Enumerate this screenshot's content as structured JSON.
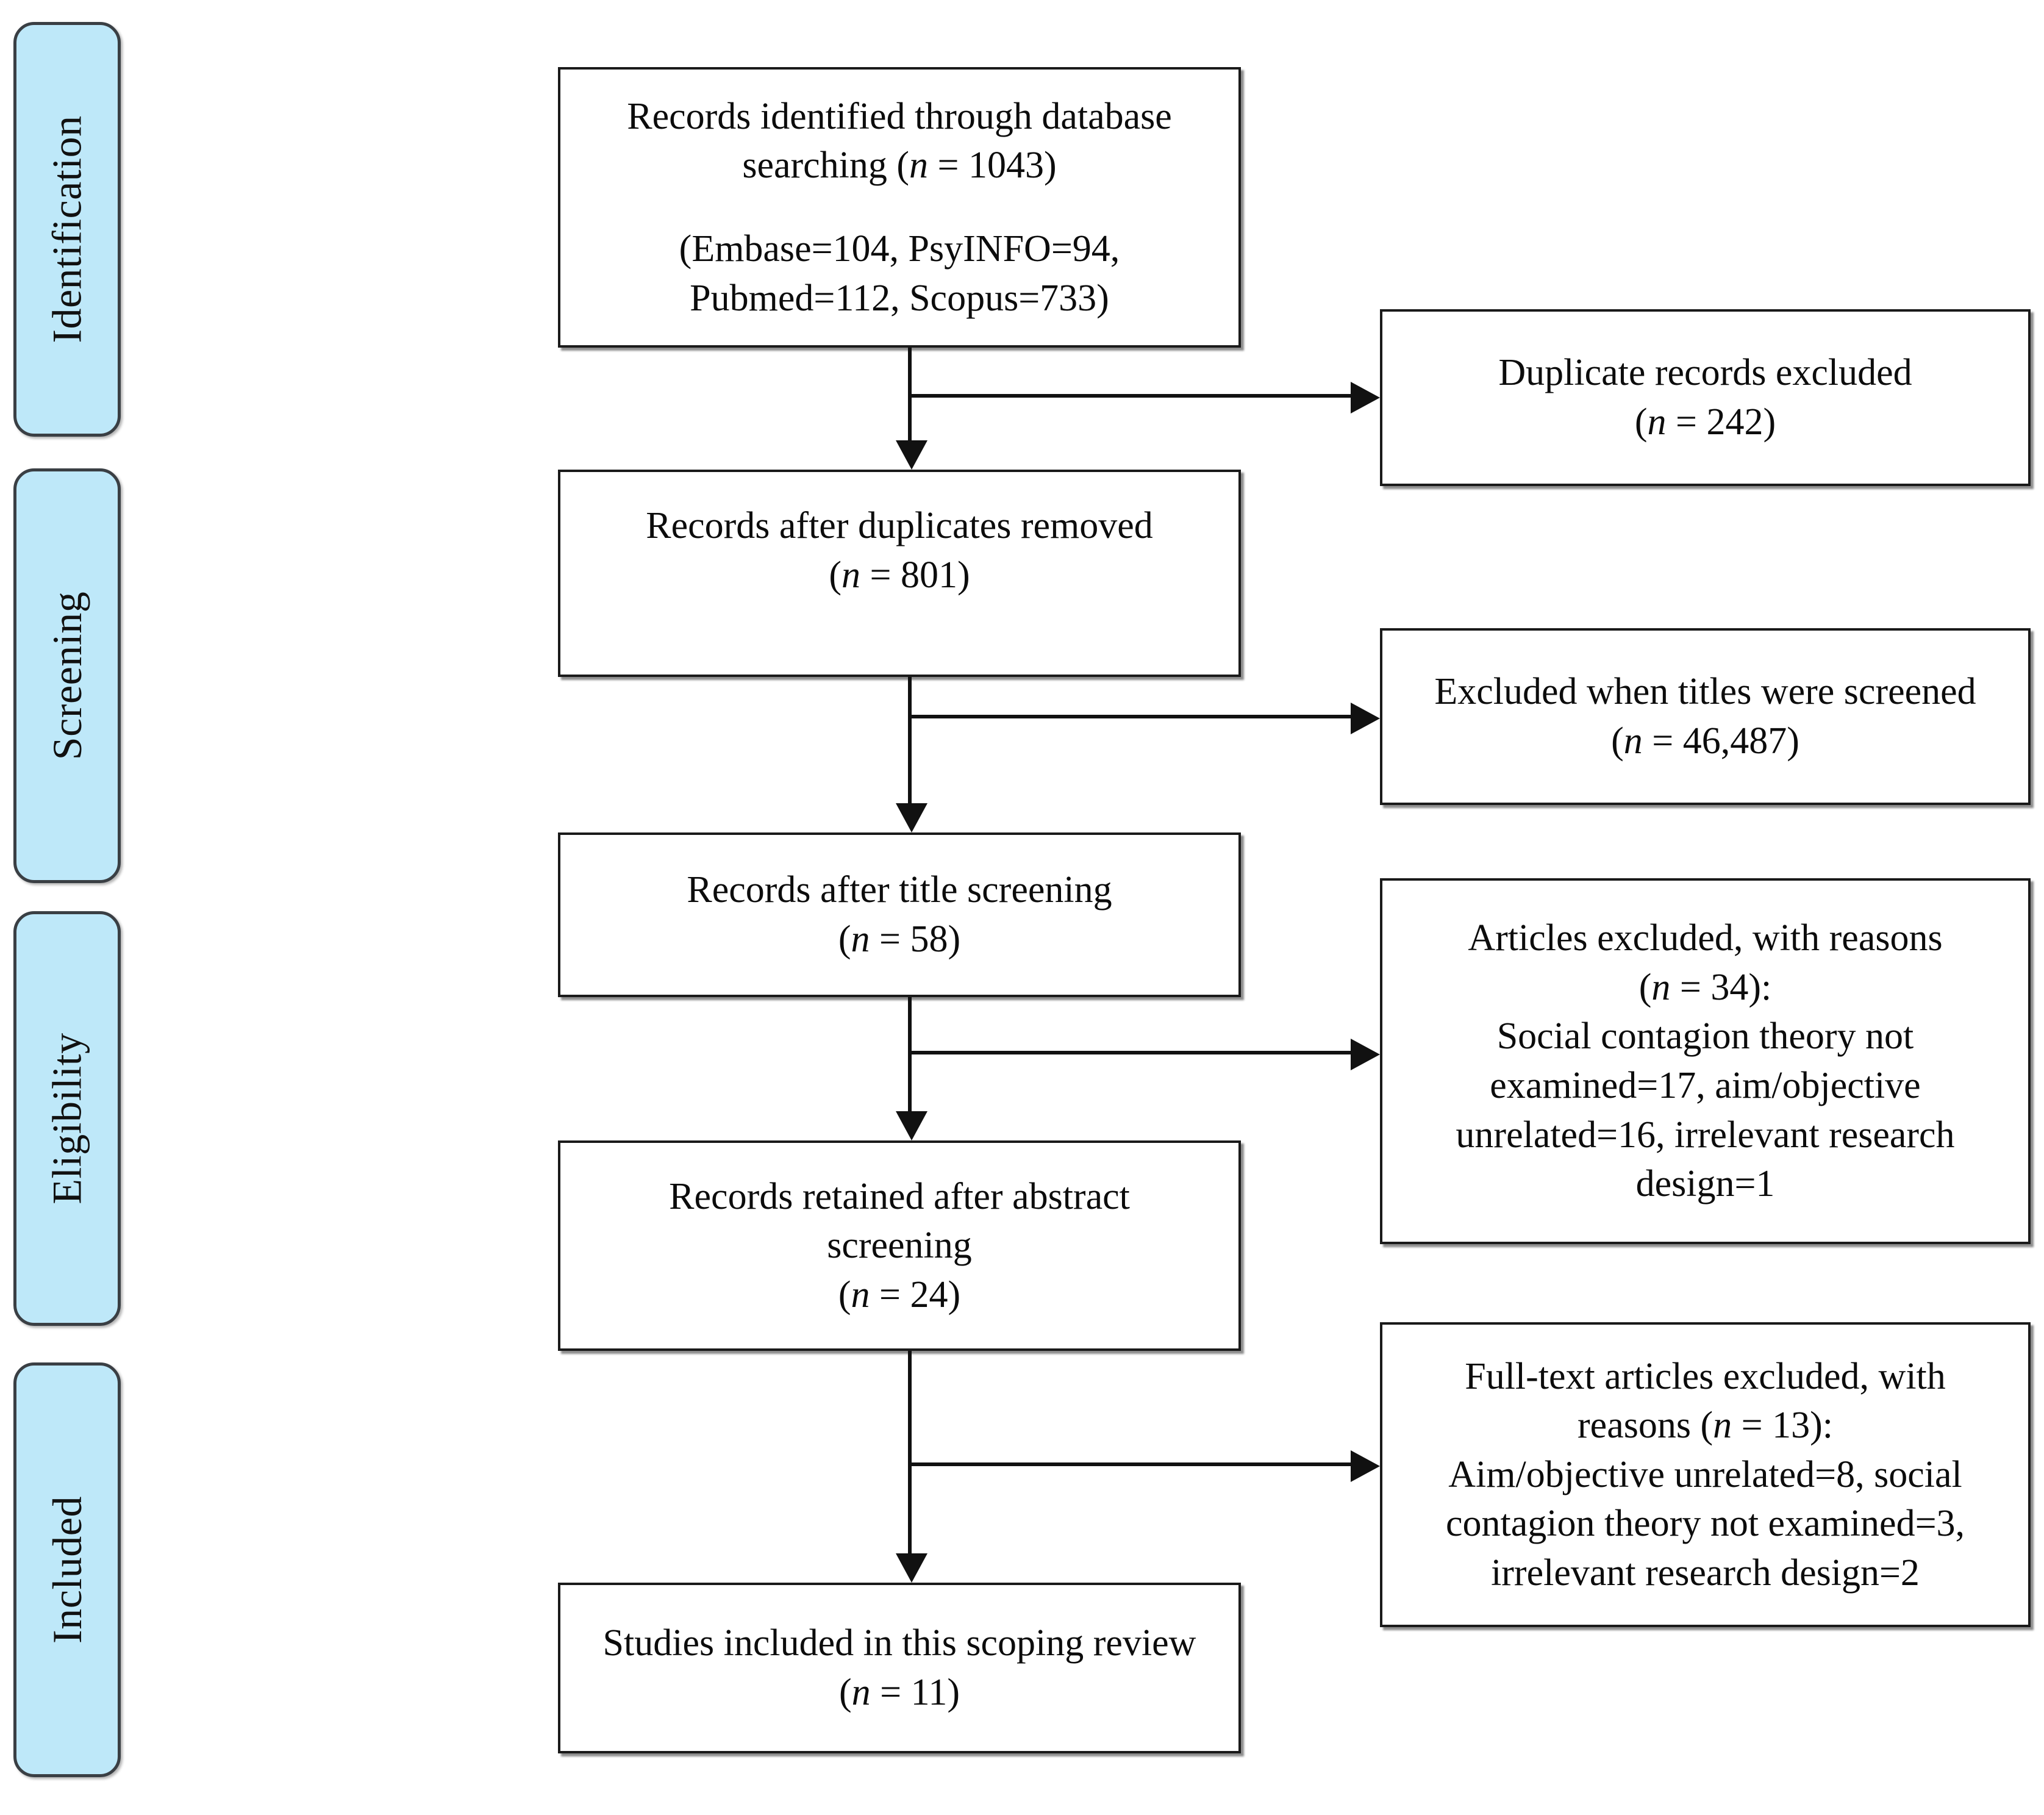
{
  "diagram": {
    "type": "PRISMA flow diagram",
    "stages": [
      {
        "id": "identification",
        "label": "Identification"
      },
      {
        "id": "screening",
        "label": "Screening"
      },
      {
        "id": "eligibility",
        "label": "Eligibility"
      },
      {
        "id": "included",
        "label": "Included"
      }
    ],
    "main_boxes": [
      {
        "id": "records-identified",
        "line1": "Records identified through database",
        "line2_pre": "searching (",
        "line2_n": "n",
        "line2_post": " = 1043)",
        "line3": "(Embase=104, PsyINFO=94,",
        "line4": "Pubmed=112, Scopus=733)"
      },
      {
        "id": "records-after-duplicates",
        "line1": "Records after duplicates removed",
        "line2_pre": "(",
        "line2_n": "n",
        "line2_post": " = 801)"
      },
      {
        "id": "records-after-title-screening",
        "line1": "Records after title screening",
        "line2_pre": "(",
        "line2_n": "n",
        "line2_post": " = 58)"
      },
      {
        "id": "records-retained-abstract",
        "line1": "Records retained after abstract",
        "line2": "screening",
        "line3_pre": "(",
        "line3_n": "n",
        "line3_post": " = 24)"
      },
      {
        "id": "studies-included",
        "line1": "Studies included in this scoping review",
        "line2_pre": "(",
        "line2_n": "n",
        "line2_post": " = 11)"
      }
    ],
    "side_boxes": [
      {
        "id": "duplicates-excluded",
        "line1": "Duplicate records excluded",
        "line2_pre": "(",
        "line2_n": "n",
        "line2_post": " = 242)"
      },
      {
        "id": "excluded-titles-screened",
        "line1": "Excluded when titles were screened",
        "line2_pre": "(",
        "line2_n": "n",
        "line2_post": " = 46,487)"
      },
      {
        "id": "articles-excluded-reasons",
        "line1": "Articles excluded, with reasons",
        "line2_pre": "(",
        "line2_n": "n",
        "line2_post": " = 34):",
        "line3": "Social contagion theory not",
        "line4": "examined=17, aim/objective",
        "line5": "unrelated=16, irrelevant research",
        "line6": "design=1"
      },
      {
        "id": "fulltext-excluded-reasons",
        "line1": "Full-text articles excluded, with",
        "line2_pre": "reasons (",
        "line2_n": "n",
        "line2_post": " = 13):",
        "line3": "Aim/objective unrelated=8, social",
        "line4": "contagion theory not examined=3,",
        "line5": "irrelevant research design=2"
      }
    ],
    "colors": {
      "stage_fill": "#bee8f9",
      "stage_border": "#3a3f44",
      "box_border": "#1a1a1a",
      "connector": "#111111",
      "background": "#ffffff",
      "text": "#0c0c0c"
    },
    "counts": {
      "identified_total": 1043,
      "embase": 104,
      "psyinfo": 94,
      "pubmed": 112,
      "scopus": 733,
      "duplicates_excluded": 242,
      "after_duplicates": 801,
      "excluded_title_screen": 46487,
      "after_title_screening": 58,
      "articles_excluded_abstract": 34,
      "abstract_reason_no_theory": 17,
      "abstract_reason_aim_unrelated": 16,
      "abstract_reason_design": 1,
      "retained_after_abstract": 24,
      "fulltext_excluded": 13,
      "fulltext_reason_aim_unrelated": 8,
      "fulltext_reason_no_theory": 3,
      "fulltext_reason_design": 2,
      "studies_included": 11
    }
  }
}
